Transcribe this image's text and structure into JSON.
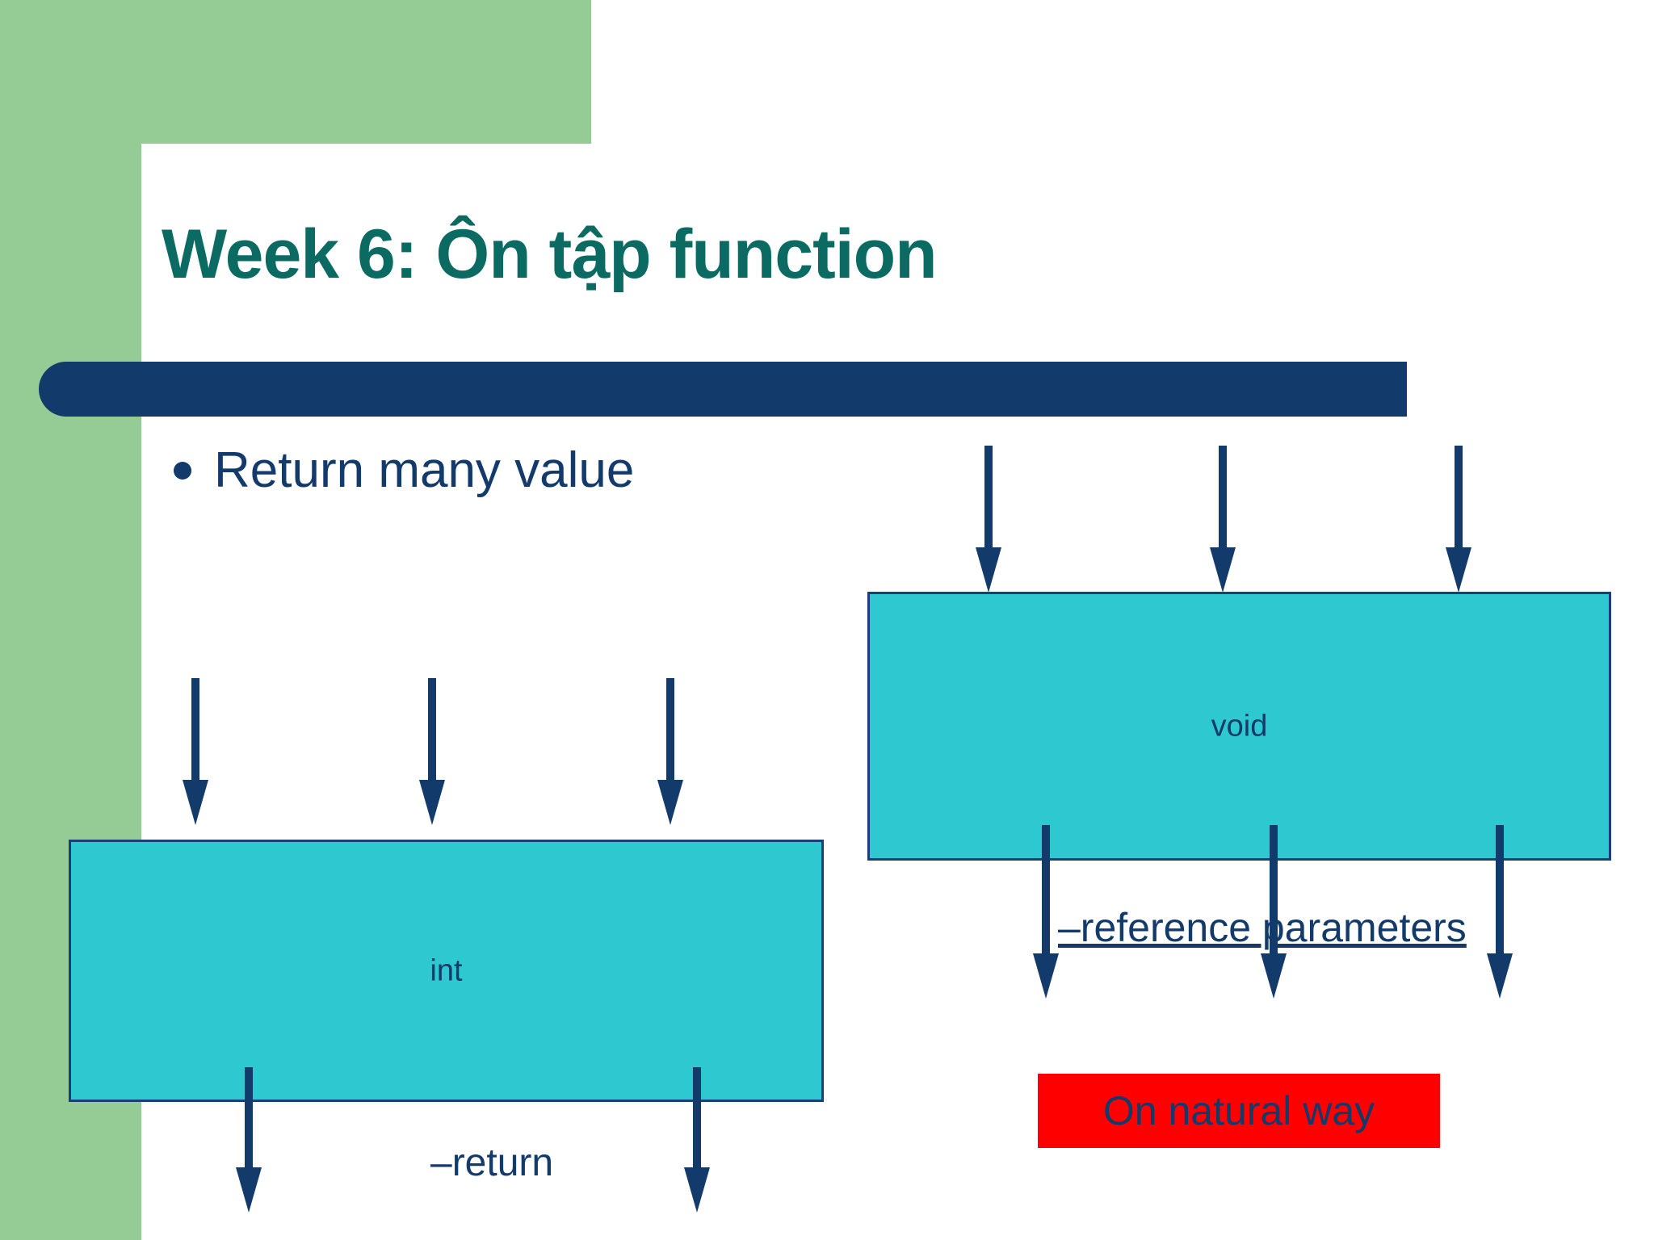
{
  "slide": {
    "title": "Week 6: Ôn tập function",
    "bullets": [
      {
        "text": "Return many value",
        "marker": "bullet-dot"
      }
    ]
  },
  "colors": {
    "title_teal": "#0b6b63",
    "navy": "#123a6b",
    "box_cyan": "#2ec9d0",
    "box_border": "#1b3e78",
    "green_panel": "#95cb95",
    "red_highlight": "#ff0000",
    "panel_white": "#ffffff"
  },
  "diagram": {
    "left_group": {
      "box_label": "int",
      "input_arrow_count": 3,
      "output_arrow_count": 2,
      "output_label": "–return"
    },
    "right_group": {
      "box_label": "void",
      "input_arrow_count": 3,
      "output_arrow_count": 3,
      "output_label": "–reference parameters",
      "callout_label": "On natural way"
    }
  }
}
